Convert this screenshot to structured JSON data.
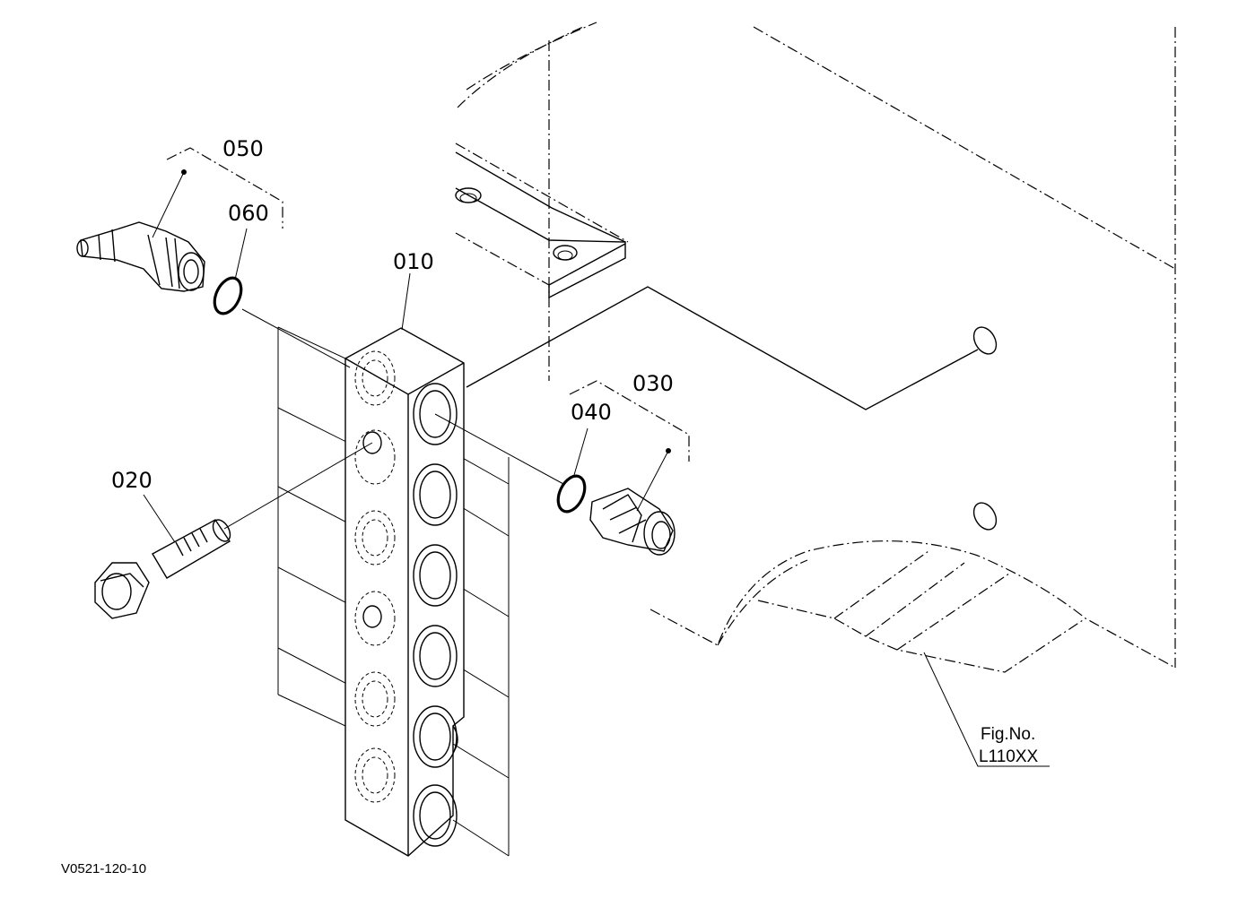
{
  "callouts": {
    "p010": "010",
    "p020": "020",
    "p030": "030",
    "p040": "040",
    "p050": "050",
    "p060": "060"
  },
  "figure_ref": {
    "line1": "Fig.No.",
    "line2": "L110XX"
  },
  "drawing_code": "V0521-120-10",
  "colors": {
    "ink": "#000000",
    "paper": "#ffffff"
  }
}
